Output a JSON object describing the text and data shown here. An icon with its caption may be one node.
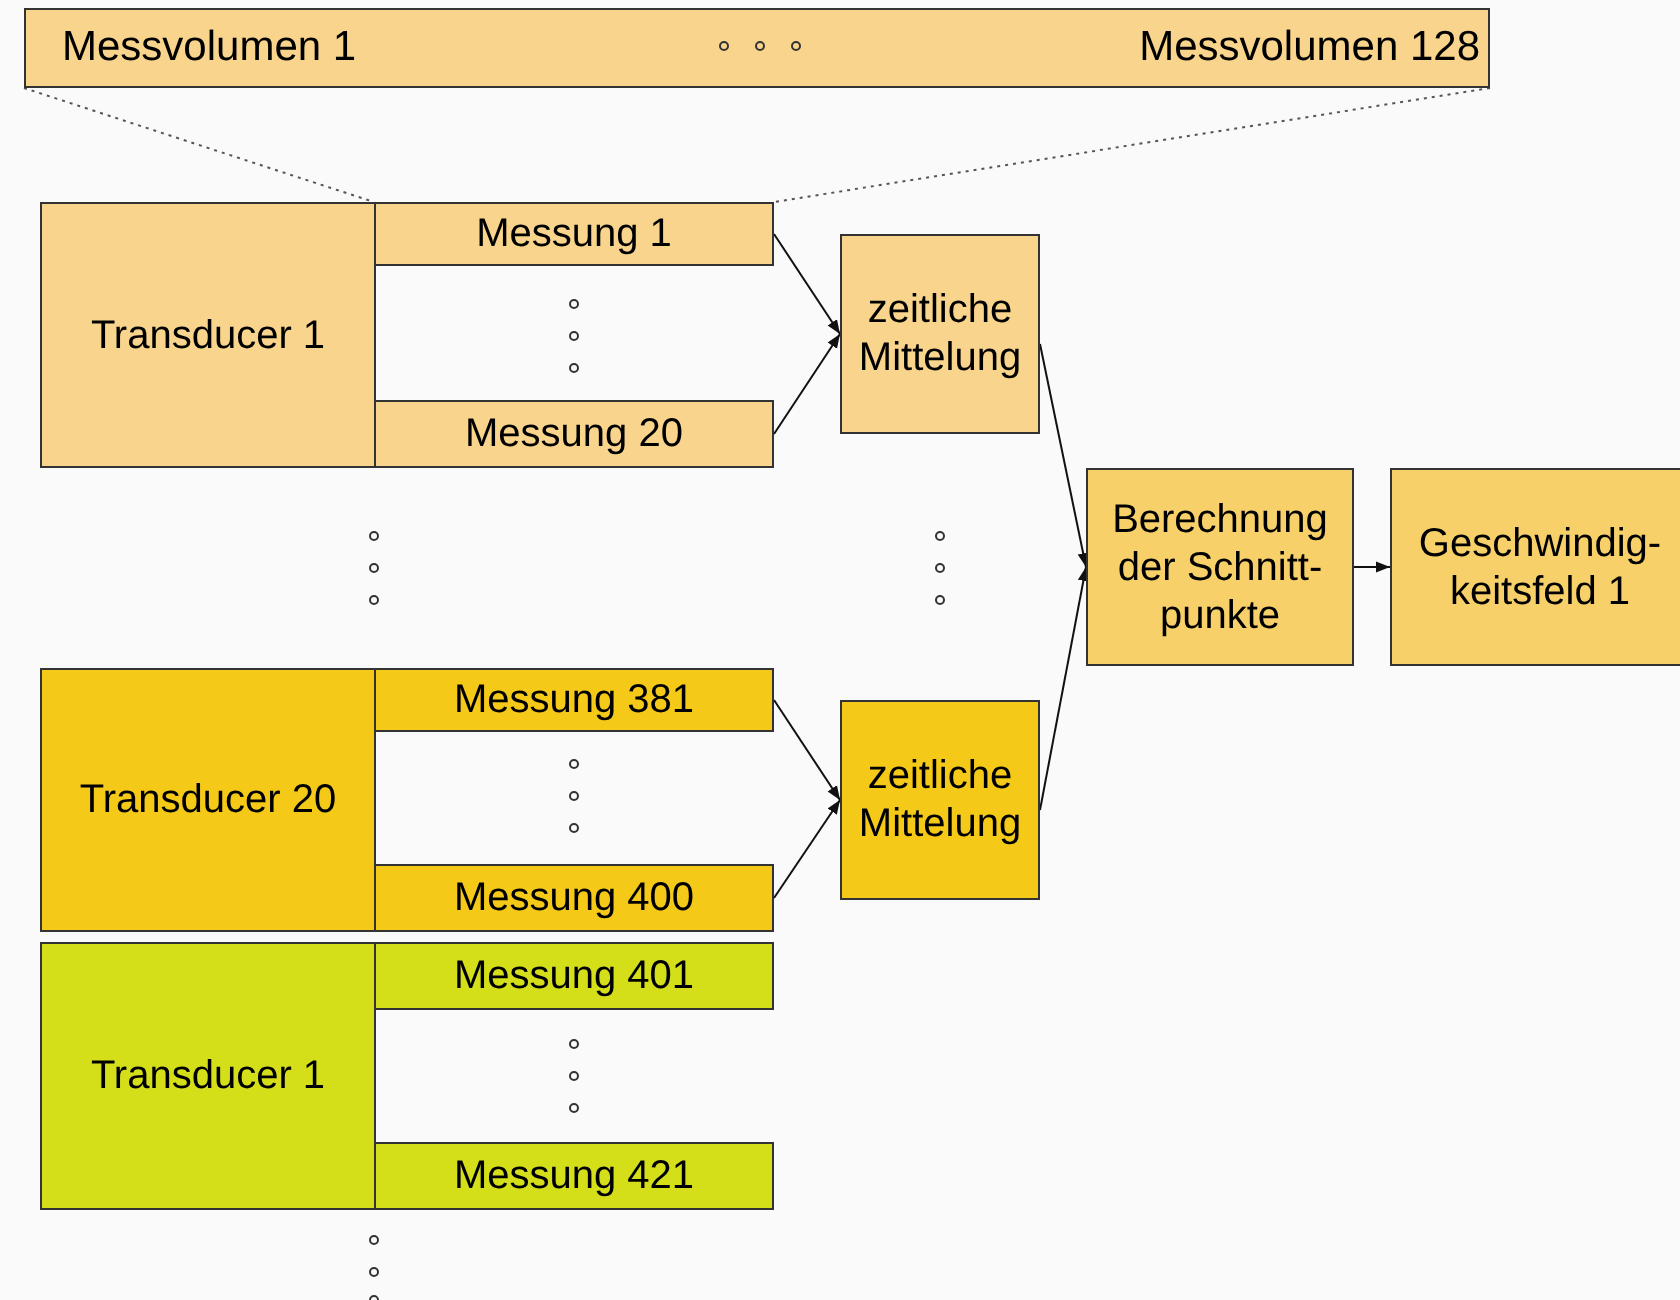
{
  "diagram": {
    "nodes": [
      {
        "text": [
          "Messvolumen 1",
          "Messvolumen 128"
        ]
      },
      {
        "text": [
          "Transducer 1"
        ]
      },
      {
        "text": [
          "Messung 1"
        ]
      },
      {
        "text": [
          "Messung 20"
        ]
      },
      {
        "text": [
          "zeitliche Mittelung"
        ]
      },
      {
        "text": [
          "Berechnung der Schnitt- punkte"
        ]
      },
      {
        "text": [
          "Geschwindig- keitsfeld 1"
        ]
      },
      {
        "text": [
          "Transducer 20"
        ]
      },
      {
        "text": [
          "Messung 381"
        ]
      },
      {
        "text": [
          "Messung 400"
        ]
      },
      {
        "text": [
          "zeitliche Mittelung"
        ]
      },
      {
        "text": [
          "Transducer 1"
        ]
      },
      {
        "text": [
          "Messung 401"
        ]
      },
      {
        "text": [
          "Messung 421"
        ]
      }
    ],
    "edges": [
      {
        "from": 0,
        "to": 2,
        "arrow": "none",
        "style": "dashed"
      },
      {
        "from": 0,
        "to": 2,
        "arrow": "none",
        "style": "dashed"
      },
      {
        "from": 2,
        "to": 4,
        "arrow": "to"
      },
      {
        "from": 3,
        "to": 4,
        "arrow": "to"
      },
      {
        "from": 8,
        "to": 10,
        "arrow": "to"
      },
      {
        "from": 9,
        "to": 10,
        "arrow": "to"
      },
      {
        "from": 4,
        "to": 5,
        "arrow": "to"
      },
      {
        "from": 10,
        "to": 5,
        "arrow": "to"
      },
      {
        "from": 5,
        "to": 6,
        "arrow": "to"
      }
    ]
  }
}
